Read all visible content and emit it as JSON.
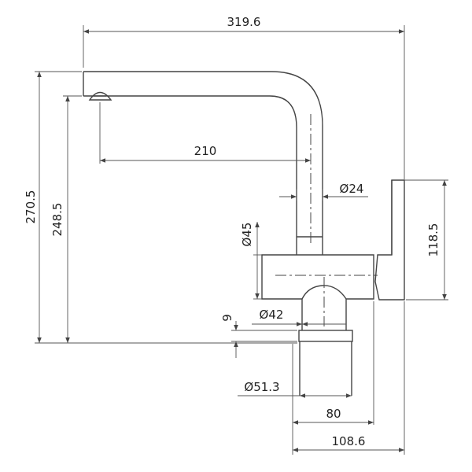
{
  "drawing": {
    "dimensions": {
      "overall_width": "319.6",
      "total_height": "270.5",
      "spout_height": "248.5",
      "spout_reach": "210",
      "spout_diameter": "Ø24",
      "body_diameter": "Ø45",
      "lever_height": "118.5",
      "base_neck_diameter": "Ø42",
      "base_plate_thickness": "9",
      "shank_diameter": "Ø51.3",
      "base_to_lever": "80",
      "body_depth": "108.6"
    }
  }
}
